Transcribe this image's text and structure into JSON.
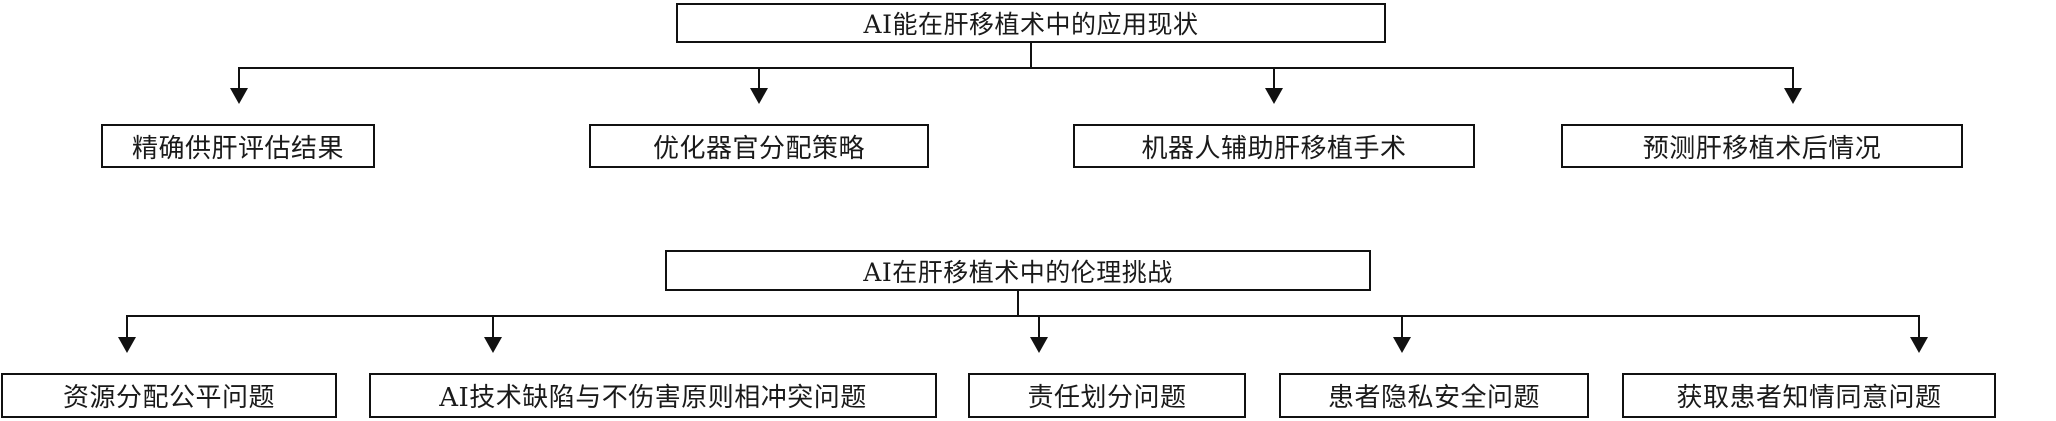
{
  "diagrams": [
    {
      "id": "applications",
      "root": {
        "label": "AI能在肝移植术中的应用现状"
      },
      "children": [
        {
          "label": "精确供肝评估结果"
        },
        {
          "label": "优化器官分配策略"
        },
        {
          "label": "机器人辅助肝移植手术"
        },
        {
          "label": "预测肝移植术后情况"
        }
      ]
    },
    {
      "id": "ethics",
      "root": {
        "label": "AI在肝移植术中的伦理挑战"
      },
      "children": [
        {
          "label": "资源分配公平问题"
        },
        {
          "label": "AI技术缺陷与不伤害原则相冲突问题"
        },
        {
          "label": "责任划分问题"
        },
        {
          "label": "患者隐私安全问题"
        },
        {
          "label": "获取患者知情同意问题"
        }
      ]
    }
  ],
  "style": {
    "line_color": "#111111",
    "box_fill": "#ffffff",
    "text_color": "#1a1a1a"
  }
}
